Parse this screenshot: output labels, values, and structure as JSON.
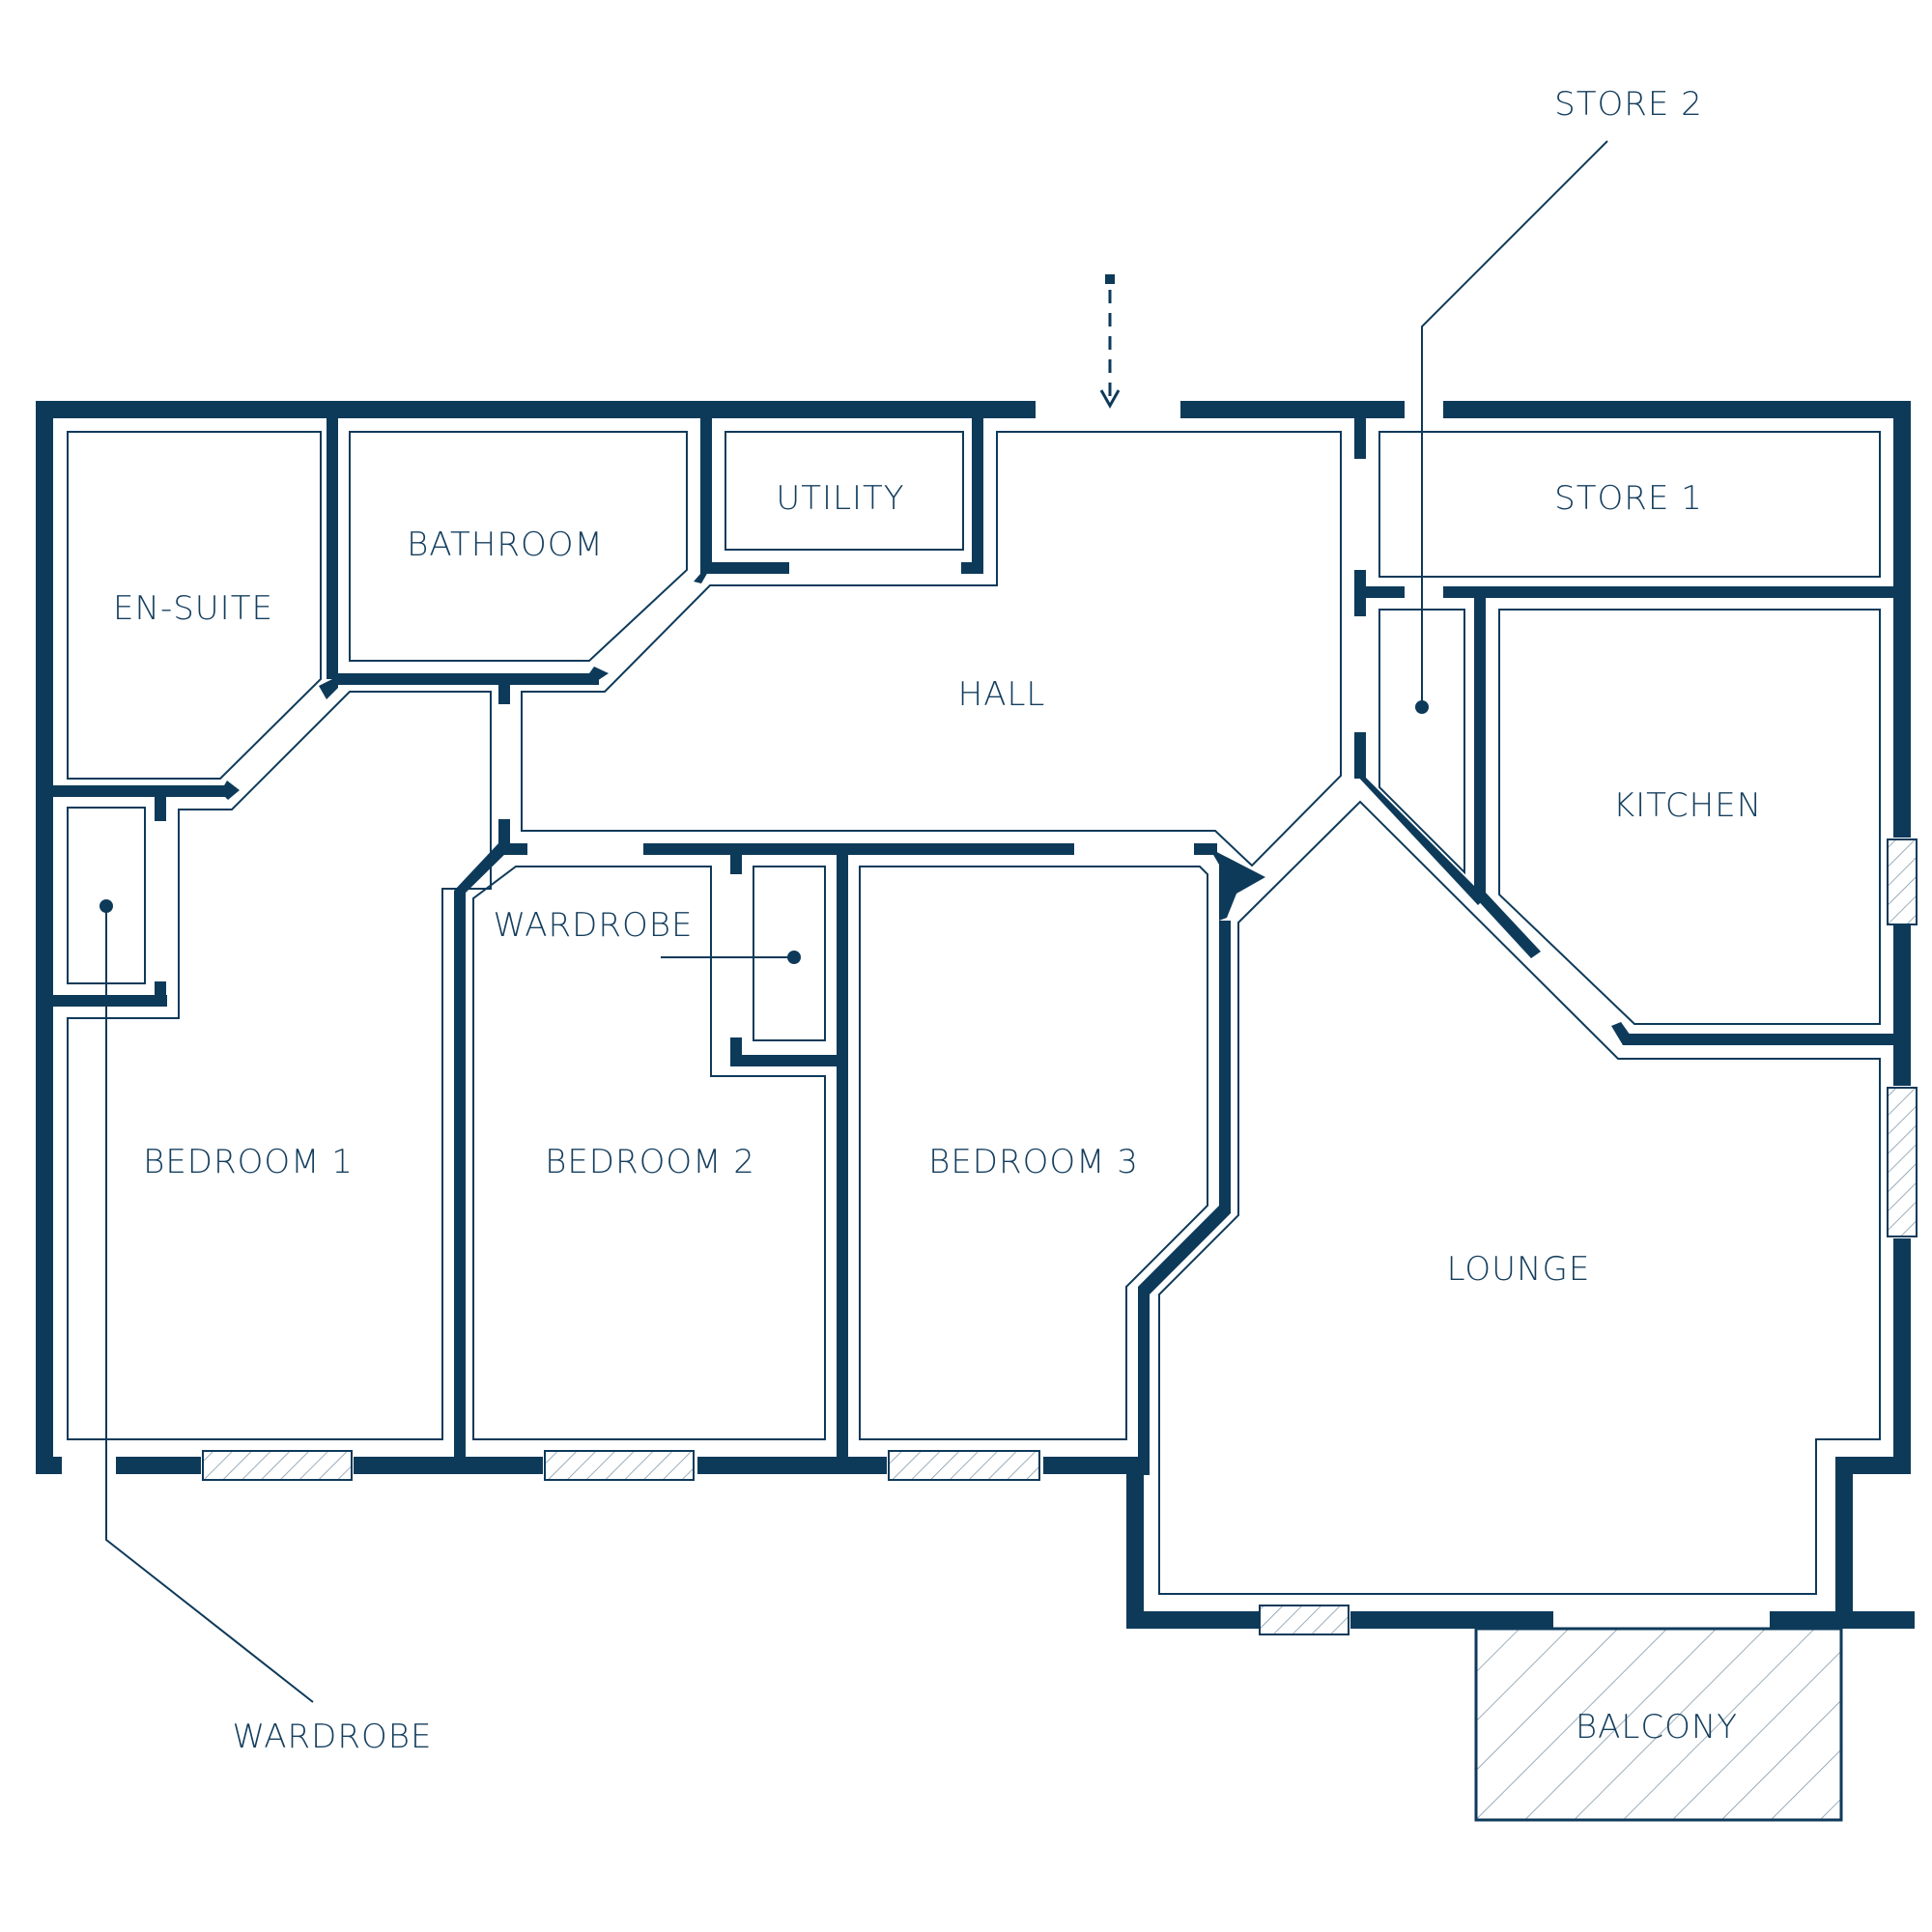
{
  "colors": {
    "wall": "#0e3a5a",
    "text": "#143e5e",
    "background": "#ffffff"
  },
  "icons": {
    "entrance": "entrance-arrow-icon"
  },
  "rooms": {
    "en_suite": "EN-SUITE",
    "bathroom": "BATHROOM",
    "utility": "UTILITY",
    "hall": "HALL",
    "store_1": "STORE 1",
    "store_2": "STORE 2",
    "kitchen": "KITCHEN",
    "wardrobe_upper": "WARDROBE",
    "wardrobe_lower": "WARDROBE",
    "bedroom_1": "BEDROOM 1",
    "bedroom_2": "BEDROOM 2",
    "bedroom_3": "BEDROOM 3",
    "lounge": "LOUNGE",
    "balcony": "BALCONY"
  }
}
